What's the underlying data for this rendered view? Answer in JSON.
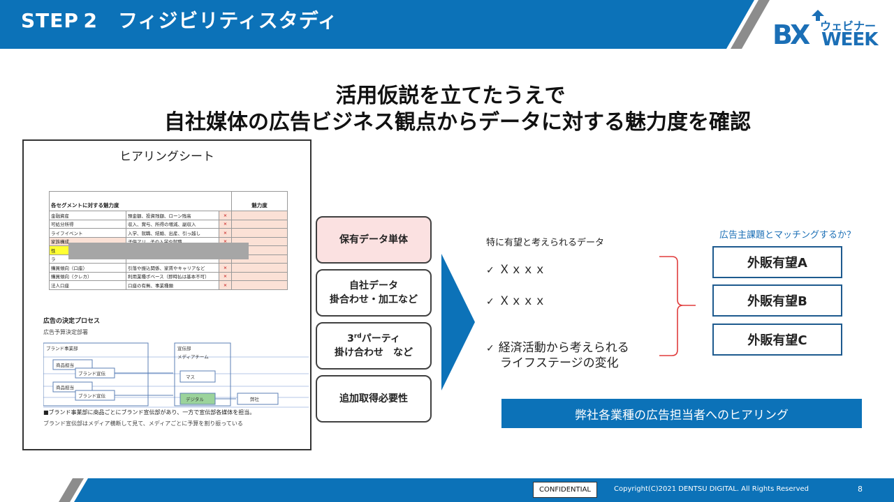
{
  "header": {
    "title": "STEP 2　フィジビリティスタディ",
    "logo_bx": "BX",
    "logo_sub": "ウェビナー",
    "logo_week": "WEEK",
    "color": "#0c72b8"
  },
  "headline": {
    "line1": "活用仮説を立てたうえで",
    "line2": "自社媒体の広告ビジネス観点からデータに対する魅力度を確認"
  },
  "sheet": {
    "title": "ヒアリングシート",
    "table_header": "各セグメントに対する魅力度",
    "table_header_right": "魅力度",
    "rows": [
      {
        "name": "金融資産",
        "desc": "預金額、投資残額、ローン残高",
        "mark": "×"
      },
      {
        "name": "可処分所得",
        "desc": "収入、賞与、所得の増減、副収入",
        "mark": "×"
      },
      {
        "name": "ライフイベント",
        "desc": "入学、就職、結婚、出産、引っ越し",
        "mark": "×"
      },
      {
        "name": "家族構成",
        "desc": "子供アリ、子の入学や就職",
        "mark": "×"
      },
      {
        "name": "性",
        "desc": "",
        "mark": ""
      },
      {
        "name": "ラ",
        "desc": "",
        "mark": ""
      },
      {
        "name": "購買傾向（口座）",
        "desc": "引落や振込関係、家賃やキャリアなど",
        "mark": "×"
      },
      {
        "name": "購買傾向（クレカ）",
        "desc": "利用業種ポベース（即時払は基本不可）",
        "mark": "×"
      },
      {
        "name": "法人口座",
        "desc": "口座の有無、事業種類",
        "mark": "×"
      }
    ],
    "process_title": "広告の決定プロセス",
    "process_sub": "広告予算決定部署",
    "process_labels": {
      "brand": "ブランド事業部",
      "product1": "商品担当",
      "promo1": "ブランド宣伝",
      "product2": "商品担当",
      "promo2": "ブランド宣伝",
      "adv": "宣伝部",
      "media_team": "メディアチーム",
      "mass": "マス",
      "digital": "デジタル",
      "us": "弊社"
    },
    "note1": "■ブランド事業部に商品ごとにブランド宣伝部があり、一方で宣伝部各媒体を担当。",
    "note2": "ブランド宣伝部はメディア横断して見て、メディアごとに予算を割り振っている"
  },
  "options": [
    {
      "line1": "保有データ単体",
      "line2": ""
    },
    {
      "line1": "自社データ",
      "line2": "掛合わせ・加工など"
    },
    {
      "line1": "3rdパーティ",
      "line2": "掛け合わせ　など"
    },
    {
      "line1": "追加取得必要性",
      "line2": ""
    }
  ],
  "data_list": {
    "label": "特に有望と考えられるデータ",
    "items": [
      "Ｘｘｘｘ",
      "Ｘｘｘｘ",
      "経済活動から考えられる"
    ],
    "item3_line2": "ライフステージの変化",
    "check": "✓"
  },
  "match": {
    "question": "広告主課題とマッチングするか？",
    "candidates": [
      "外販有望A",
      "外販有望B",
      "外販有望C"
    ]
  },
  "banner": "弊社各業種の広告担当者へのヒアリング",
  "footer": {
    "confidential": "CONFIDENTIAL",
    "copyright": "Copyright(C)2021 DENTSU DIGITAL. All Rights Reserved",
    "page": "8"
  },
  "colors": {
    "accent_blue": "#0c72b8",
    "brace_red": "#e03c3c",
    "pink": "#fbe1e1"
  }
}
